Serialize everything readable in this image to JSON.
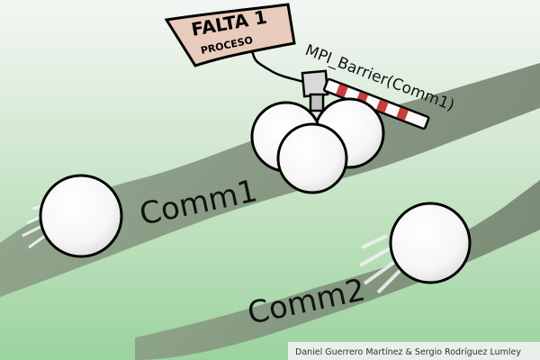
{
  "sign": {
    "line1": "FALTA 1",
    "line2": "PROCESO"
  },
  "barrier_label": "MPI_Barrier(Comm1)",
  "channels": [
    {
      "label": "Comm1"
    },
    {
      "label": "Comm2"
    }
  ],
  "credits": "Daniel Guerrero Martínez & Sergio Rodríguez Lumley",
  "colors": {
    "background_top": "#dbeedb",
    "background_mid": "#a9dca9",
    "shadow_band": "#7c8b72",
    "ball_fill": "#ffffff",
    "ball_stroke": "#000000",
    "sign_fill": "#e7c6b6",
    "barrier_stripe": "#c63c3c"
  }
}
